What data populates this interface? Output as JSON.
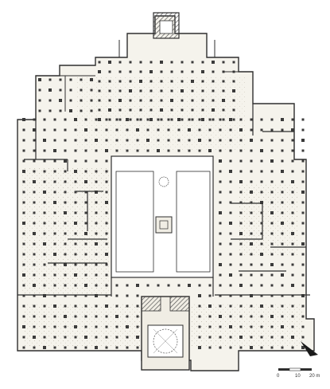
{
  "plan": {
    "colors": {
      "background": "#ffffff",
      "paper": "#f5f3ec",
      "ink": "#2e2e2e",
      "pillar": "#3a3a3a",
      "hatch": "#555555",
      "courtyard": "#ffffff",
      "stipple": "#bdb8aa"
    }
  },
  "scale_bar": {
    "label_start": "0",
    "label_mid": "10",
    "label_end": "20 m"
  },
  "north_arrow": {
    "icon": "north-arrow-icon"
  }
}
